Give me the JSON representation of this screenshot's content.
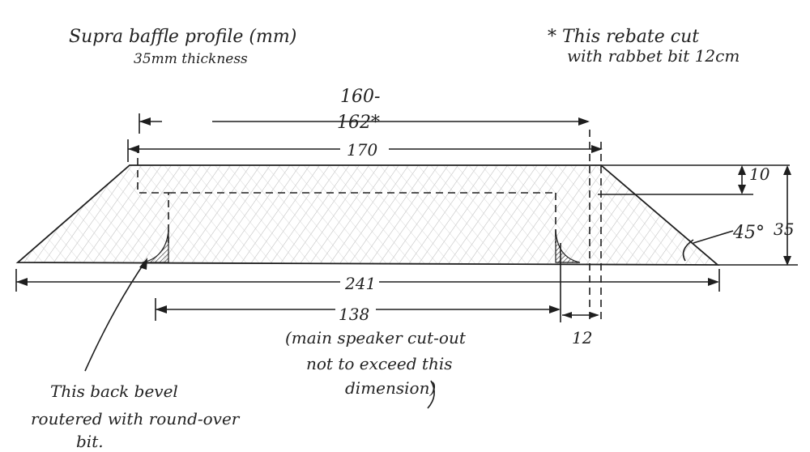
{
  "title": {
    "line1": "Supra baffle profile (mm)",
    "line2": "35mm thickness"
  },
  "footnote": {
    "line1": "* This rebate cut",
    "line2": "with rabbet bit 12cm"
  },
  "dimensions": {
    "rebate_top_line1": "160-",
    "rebate_top_line2": "162*",
    "top_width": "170",
    "bottom_width": "241",
    "cutout_width": "138",
    "rebate_depth_width": "12",
    "rebate_height": "10",
    "thickness": "35",
    "bevel_angle": "45°"
  },
  "cutout_note": {
    "line1": "(main speaker cut-out",
    "line2": "not to exceed this",
    "line3": "dimension)"
  },
  "bevel_note": {
    "line1": "This back bevel",
    "line2": "routered with round-over",
    "line3": "bit."
  },
  "colors": {
    "ink": "#1e1e1e",
    "shading": "#c9c9c9"
  }
}
